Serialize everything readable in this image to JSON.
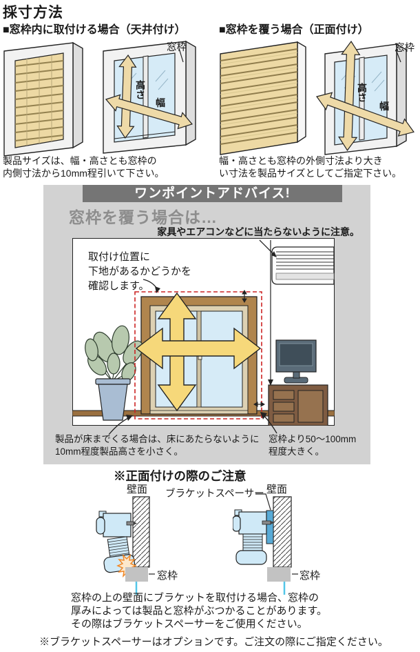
{
  "title": "採寸方法",
  "inside_mount": {
    "heading": "■窓枠内に取付ける場合（天井付け）",
    "caption_line1": "製品サイズは、幅・高さとも窓枠の",
    "caption_line2": "内側寸法から10mm程引いて下さい。",
    "label_window_frame": "窓枠",
    "label_height": "高さ",
    "label_width": "幅"
  },
  "front_mount": {
    "heading": "■窓枠を覆う場合（正面付け）",
    "caption_line1": "幅・高さとも窓枠の外側寸法より大き",
    "caption_line2": "い寸法を製品サイズとしてご指定下さい。",
    "label_window_frame": "窓枠",
    "label_height": "高さ",
    "label_width": "幅"
  },
  "advice": {
    "banner": "ワンポイントアドバイス!",
    "subtitle": "窓枠を覆う場合は…",
    "caution": "家具やエアコンなどに当たらないように注意。",
    "install_note_line1": "取付け位置に",
    "install_note_line2": "下地があるかどうかを",
    "install_note_line3": "確認します。",
    "floor_note_line1": "製品が床までくる場合は、床にあたらないように",
    "floor_note_line2": "10mm程度製品高さを小さく。",
    "margin_note_line1": "窓枠より50〜100mm",
    "margin_note_line2": "程度大きく。"
  },
  "front_caution": {
    "heading": "※正面付けの際のご注意",
    "label_wall_left": "壁面",
    "label_wall_right": "壁面",
    "label_spacer": "ブラケットスペーサー",
    "label_frame_left": "窓枠",
    "label_frame_right": "窓枠",
    "body_line1": "窓枠の上の壁面にブラケットを取付ける場合、窓枠の",
    "body_line2": "厚みによっては製品と窓枠がぶつかることがあります。",
    "body_line3": "その際はブラケットスペーサーをご使用ください。",
    "footnote": "※ブラケットスペーサーはオプションです。ご注文の際にご指定ください。"
  },
  "colors": {
    "panel_bg": "#d2d2d2",
    "banner_bg": "#757575",
    "subtitle_gray": "#8d8d8d",
    "blind_tan": "#edd9a4",
    "arrow_tan": "#eedaa8",
    "arrow_yellow": "#f6d87a",
    "glass_blue": "#d6ebf7",
    "frame_brown": "#b0854e",
    "red_dashed": "#cc2222",
    "blind_blue": "#cfe9f7",
    "spacer_blue": "#58aad6",
    "collision_orange": "#f08828",
    "cyan_line": "#52c6e8",
    "window_frame_gray": "#c2c2c2"
  }
}
